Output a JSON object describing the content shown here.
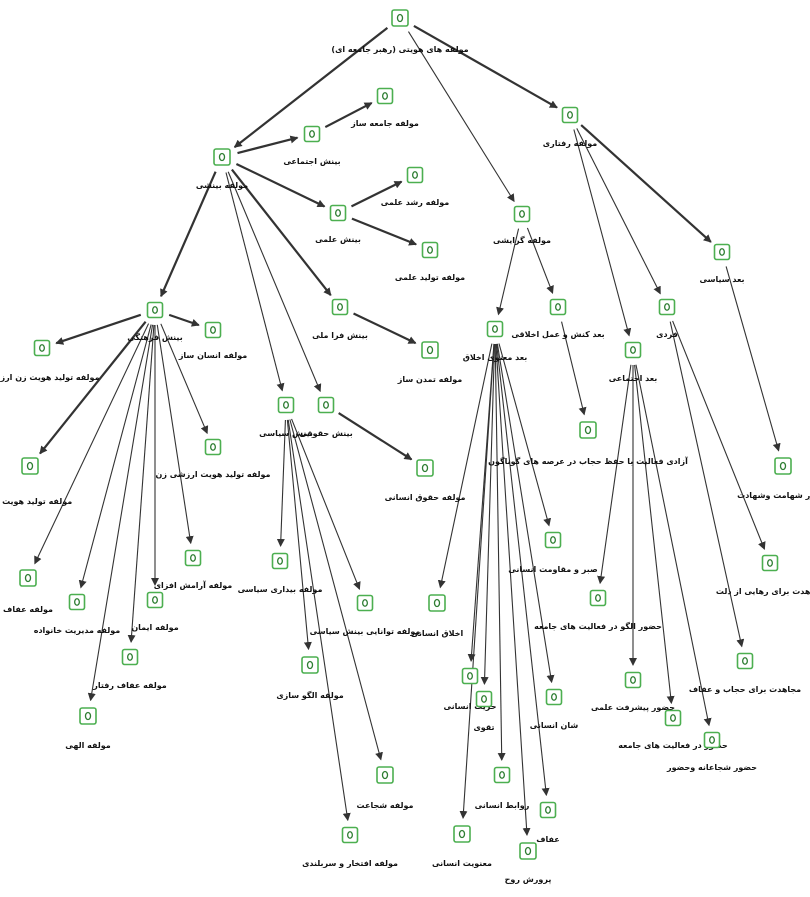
{
  "diagram": {
    "nodes": [
      {
        "id": "root",
        "label": "مولفه های هویتی (رهبر جامعه ای)"
      },
      {
        "id": "binesh",
        "label": "مولفه بینشی"
      },
      {
        "id": "gerayeshi",
        "label": "مولفه گرایشی"
      },
      {
        "id": "raftari",
        "label": "مولفه رفتاری"
      },
      {
        "id": "jameesaz",
        "label": "مولفه جامعه ساز"
      },
      {
        "id": "ejtemai_b",
        "label": "بینش اجتماعی"
      },
      {
        "id": "elmi_b",
        "label": "بینش علمی"
      },
      {
        "id": "roshd_elmi",
        "label": "مولفه رشد علمی"
      },
      {
        "id": "tolid_elm",
        "label": "مولفه تولید علمی"
      },
      {
        "id": "melli_b",
        "label": "بینش فرا ملی"
      },
      {
        "id": "tamadon",
        "label": "مولفه تمدن ساز"
      },
      {
        "id": "farhangi_b",
        "label": "بینش فرهنگی"
      },
      {
        "id": "ensan_saz",
        "label": "مولفه انسان ساز"
      },
      {
        "id": "zan_arzeshi",
        "label": "مولفه تولید هویت زن ارزشی"
      },
      {
        "id": "hoviat_zan",
        "label": "مولفه تولید هویت زن"
      },
      {
        "id": "arzeshi_zan",
        "label": "مولفه تولید هویت ارزشی زن"
      },
      {
        "id": "efaf",
        "label": "مولفه عفاف"
      },
      {
        "id": "modiriat_khanevade",
        "label": "مولفه مدیریت خانواده"
      },
      {
        "id": "iman",
        "label": "مولفه ایمان"
      },
      {
        "id": "arameshafza",
        "label": "مولفه آرامش افزای"
      },
      {
        "id": "efaf_bar",
        "label": "مولفه عفاف رفتار"
      },
      {
        "id": "elahi",
        "label": "مولفه الهی"
      },
      {
        "id": "siasi_b",
        "label": "بینش سیاسی"
      },
      {
        "id": "hoghoghi_b",
        "label": "بینش حقوقی"
      },
      {
        "id": "hoghogh_ensani",
        "label": "مولفه حقوق انسانی"
      },
      {
        "id": "bidari",
        "label": "مولفه بیداری سیاسی"
      },
      {
        "id": "tavanai",
        "label": "مولفه توانایی بینش سیاسی"
      },
      {
        "id": "olgo",
        "label": "مولفه الگو سازی"
      },
      {
        "id": "shojaat",
        "label": "مولفه شجاعت"
      },
      {
        "id": "eftekhar",
        "label": "مولفه افتخار و سربلندی"
      },
      {
        "id": "manavi",
        "label": "بعد معنوی اخلاق"
      },
      {
        "id": "konesh",
        "label": "بعد کنش و عمل اخلاقی"
      },
      {
        "id": "azadi",
        "label": "آزادی فعالیت با حفظ حجاب در عرصه های گوناگون"
      },
      {
        "id": "akhlagh",
        "label": "اخلاق انسانی"
      },
      {
        "id": "horiat",
        "label": "حریت انسانی"
      },
      {
        "id": "taghva",
        "label": "تقوی"
      },
      {
        "id": "ravabet",
        "label": "روابط انسانی"
      },
      {
        "id": "maanaviat",
        "label": "معنویت انسانی"
      },
      {
        "id": "parvaresh",
        "label": "پرورش روح"
      },
      {
        "id": "efaf2",
        "label": "عفاف"
      },
      {
        "id": "shan",
        "label": "شان انسانی"
      },
      {
        "id": "sabr",
        "label": "صبر و مقاومت انسانی"
      },
      {
        "id": "ejtemai_r",
        "label": "بعد اجتماعی"
      },
      {
        "id": "fardi",
        "label": "فردی"
      },
      {
        "id": "siasi_r",
        "label": "بعد سیاسی"
      },
      {
        "id": "hozur_olgo",
        "label": "حضور الگو در فعالیت های جامعه"
      },
      {
        "id": "hozur_elmi",
        "label": "حضور پیشرفت علمی"
      },
      {
        "id": "hozur_faal",
        "label": "حضور در فعالیت های جامعه"
      },
      {
        "id": "hozur_shoja",
        "label": "حضور شجاعانه وحضور"
      },
      {
        "id": "mojahedat_hejab",
        "label": "مجاهدت برای حجاب و عفاف"
      },
      {
        "id": "mojahedat_zellat",
        "label": "مجاهدت برای رهایی از ذلت"
      },
      {
        "id": "shahadat",
        "label": "حضور شهامت وشهادت"
      }
    ]
  }
}
